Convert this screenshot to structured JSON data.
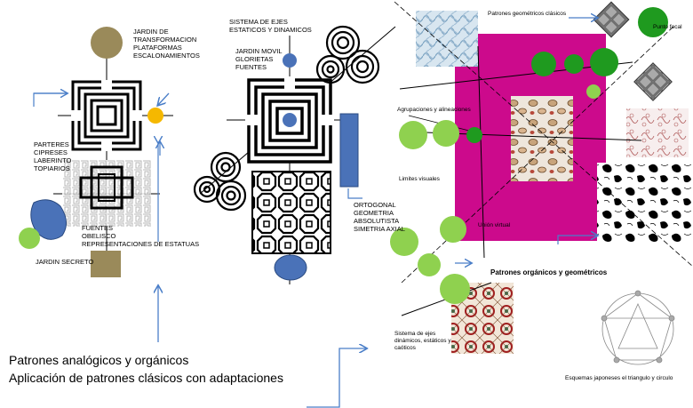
{
  "left_panel": {
    "jardin_transformacion": [
      "JARDIN DE",
      "TRANSFORMACION",
      "PLATAFORMAS",
      "ESCALONAMIENTOS"
    ],
    "parteres": [
      "PARTERES",
      "CIPRESES",
      "LABERINTO",
      "TOPIARIOS"
    ],
    "fuentes": [
      "FUENTES",
      "OBELISCO",
      "REPRESENTACIONES DE ESTATUAS"
    ],
    "jardin_secreto": "JARDIN SECRETO"
  },
  "middle_panel": {
    "sistema_ejes": [
      "SISTEMA DE EJES",
      "ESTATICOS Y DINAMICOS"
    ],
    "jardin_movil": [
      "JARDIN MOVIL",
      "GLORIETAS",
      "FUENTES"
    ],
    "ortogonal": [
      "ORTOGONAL",
      "GEOMETRIA",
      "ABSOLUTISTA",
      "SIMETRIA AXIAL"
    ]
  },
  "right_panel": {
    "patrones_geometricos": "Patrones geométricos clásicos",
    "punto_focal": "Punto focal",
    "agrupaciones": "Agrupaciones y alineaciones",
    "limites": "Limites visuales",
    "union_virtual": "Unión virtual",
    "patrones_organicos": "Patrones orgánicos y geométricos",
    "sistema_ejes": [
      "Sistema de ejes",
      "dinámicos, estáticos y",
      "caóticos"
    ],
    "esquemas": "Esquemas japoneses el triangulo y circulo"
  },
  "captions": {
    "line1": "Patrones analógicos y orgánicos",
    "line2": "Aplicación de patrones clásicos con adaptaciones"
  },
  "colors": {
    "olive": "#9a8a5a",
    "orange": "#f5b800",
    "blue": "#4a72b8",
    "magenta": "#cc0a8c",
    "light_green": "#8fd14f",
    "dark_green": "#1f9a1f",
    "arrow_blue": "#4a7ec8"
  }
}
